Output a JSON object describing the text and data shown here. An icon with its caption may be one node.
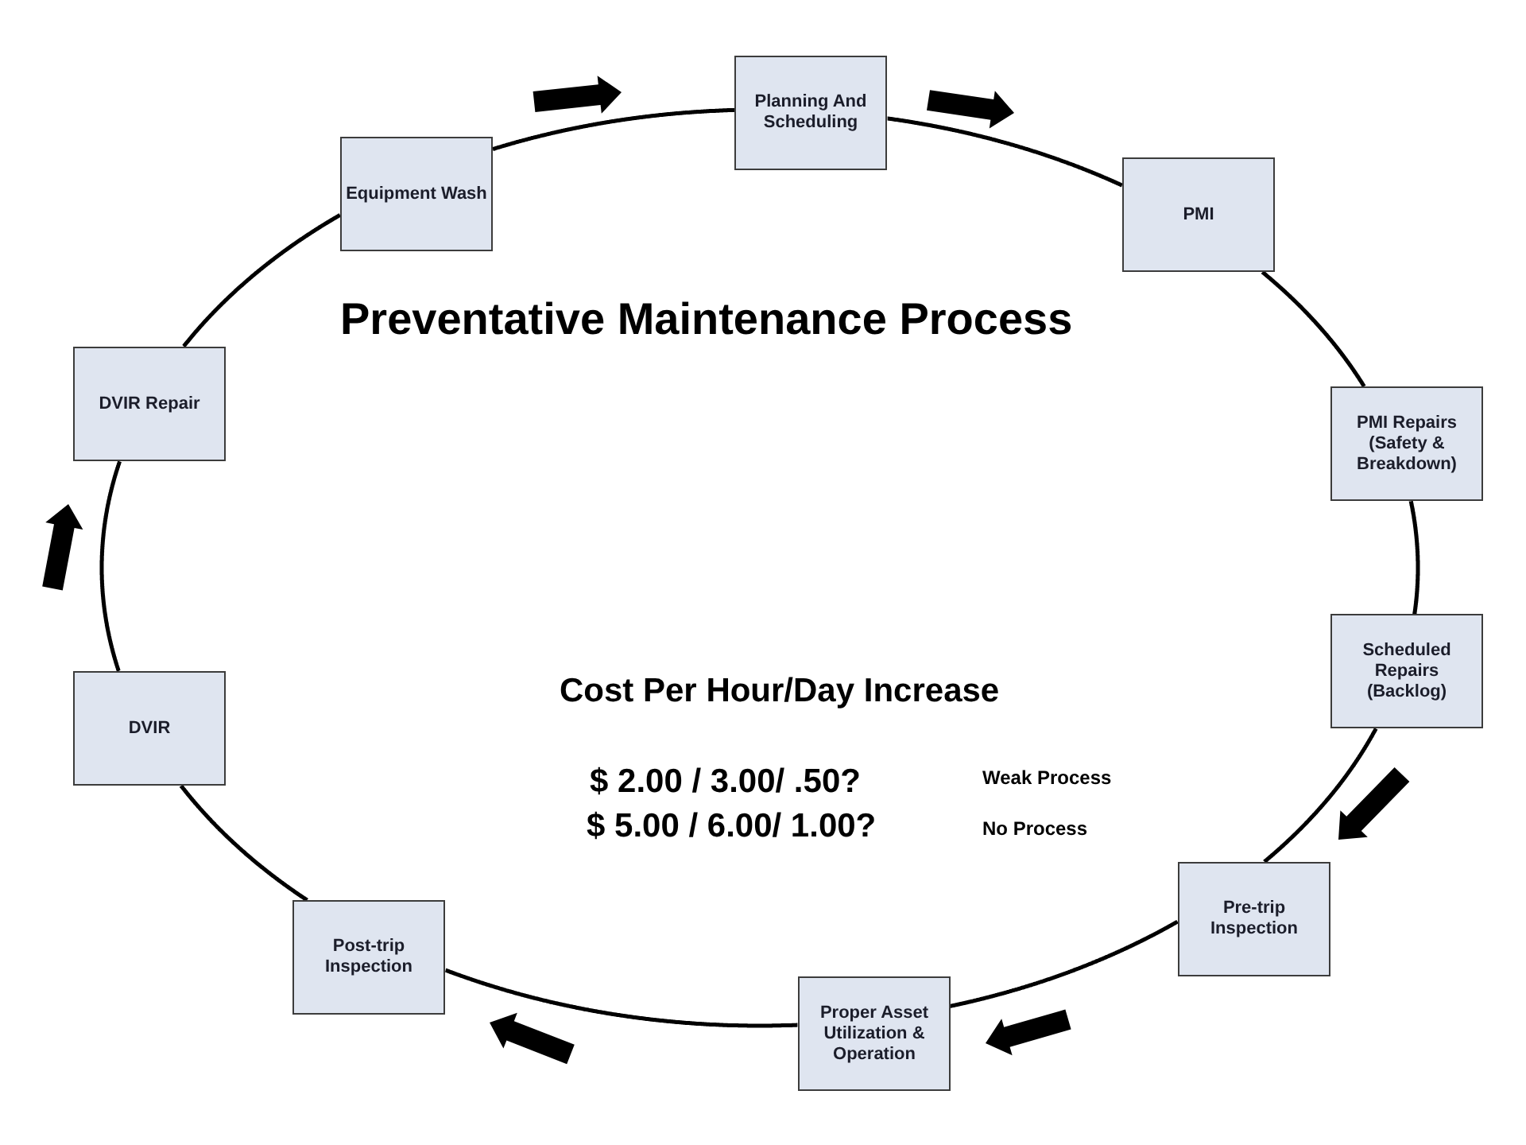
{
  "diagram": {
    "title": "Preventative Maintenance Process",
    "nodes": [
      {
        "text": [
          "Planning And Scheduling"
        ]
      },
      {
        "text": [
          "PMI"
        ]
      },
      {
        "text": [
          "PMI Repairs (Safety & Breakdown)"
        ]
      },
      {
        "text": [
          "Scheduled Repairs (Backlog)"
        ]
      },
      {
        "text": [
          "Pre-trip Inspection"
        ]
      },
      {
        "text": [
          "Proper Asset Utilization & Operation"
        ]
      },
      {
        "text": [
          "Post-trip Inspection"
        ]
      },
      {
        "text": [
          "DVIR"
        ]
      },
      {
        "text": [
          "DVIR Repair"
        ]
      },
      {
        "text": [
          "Equipment Wash"
        ]
      }
    ],
    "edges": [
      {
        "from": 9,
        "to": 0,
        "arrow": "none"
      },
      {
        "from": 0,
        "to": 1,
        "arrow": "none"
      },
      {
        "from": 1,
        "to": 2,
        "arrow": "none"
      },
      {
        "from": 2,
        "to": 3,
        "arrow": "none"
      },
      {
        "from": 3,
        "to": 4,
        "arrow": "none"
      },
      {
        "from": 4,
        "to": 5,
        "arrow": "none"
      },
      {
        "from": 5,
        "to": 6,
        "arrow": "none"
      },
      {
        "from": 6,
        "to": 7,
        "arrow": "none"
      },
      {
        "from": 7,
        "to": 8,
        "arrow": "none"
      },
      {
        "from": 8,
        "to": 9,
        "arrow": "none"
      }
    ],
    "labels": [
      "Cost Per Hour/Day Increase",
      "$ 2.00 / 3.00/ .50?",
      "Weak Process",
      "$ 5.00 / 6.00/ 1.00?",
      "No Process"
    ]
  }
}
